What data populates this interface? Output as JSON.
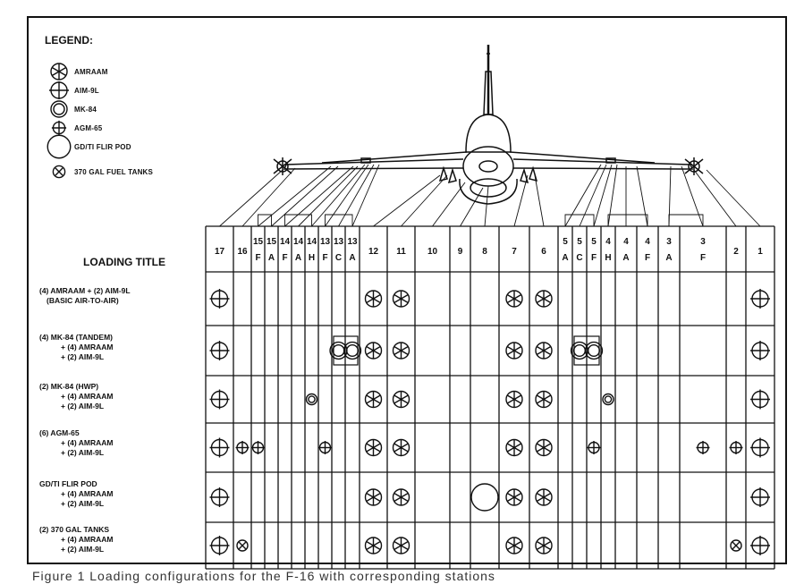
{
  "legend": {
    "title": "LEGEND:",
    "items": [
      {
        "key": "amraam",
        "label": "AMRAAM",
        "icon": "amraam-icon"
      },
      {
        "key": "aim9l",
        "label": "AIM-9L",
        "icon": "aim9l-icon"
      },
      {
        "key": "mk84",
        "label": "MK-84",
        "icon": "mk84-icon"
      },
      {
        "key": "agm65",
        "label": "AGM-65",
        "icon": "agm65-icon"
      },
      {
        "key": "flir",
        "label": "GD/TI FLIR POD",
        "icon": "flir-pod-icon"
      },
      {
        "key": "tank",
        "label": "370 GAL FUEL TANKS",
        "icon": "fuel-tank-icon"
      }
    ]
  },
  "loading_title": "LOADING TITLE",
  "stations": [
    {
      "top": "17",
      "bottom": ""
    },
    {
      "top": "16",
      "bottom": ""
    },
    {
      "top": "15",
      "bottom": "F"
    },
    {
      "top": "15",
      "bottom": "A"
    },
    {
      "top": "14",
      "bottom": "F"
    },
    {
      "top": "14",
      "bottom": "A"
    },
    {
      "top": "14",
      "bottom": "H"
    },
    {
      "top": "13",
      "bottom": "F"
    },
    {
      "top": "13",
      "bottom": "C"
    },
    {
      "top": "13",
      "bottom": "A"
    },
    {
      "top": "12",
      "bottom": ""
    },
    {
      "top": "11",
      "bottom": ""
    },
    {
      "top": "10",
      "bottom": ""
    },
    {
      "top": "9",
      "bottom": ""
    },
    {
      "top": "8",
      "bottom": ""
    },
    {
      "top": "7",
      "bottom": ""
    },
    {
      "top": "6",
      "bottom": ""
    },
    {
      "top": "5",
      "bottom": "A"
    },
    {
      "top": "5",
      "bottom": "C"
    },
    {
      "top": "5",
      "bottom": "F"
    },
    {
      "top": "4",
      "bottom": "H"
    },
    {
      "top": "4",
      "bottom": "A"
    },
    {
      "top": "4",
      "bottom": "F"
    },
    {
      "top": "3",
      "bottom": "A"
    },
    {
      "top": "3",
      "bottom": "F"
    },
    {
      "top": "2",
      "bottom": ""
    },
    {
      "top": "1",
      "bottom": ""
    }
  ],
  "loadings": [
    {
      "title_lines": [
        "(4) AMRAAM + (2) AIM-9L",
        "(BASIC AIR-TO-AIR)"
      ],
      "cells": [
        {
          "col": 0,
          "store": "aim9l"
        },
        {
          "col": 10,
          "store": "amraam"
        },
        {
          "col": 11,
          "store": "amraam"
        },
        {
          "col": 15,
          "store": "amraam"
        },
        {
          "col": 16,
          "store": "amraam"
        },
        {
          "col": 26,
          "store": "aim9l"
        }
      ]
    },
    {
      "title_lines": [
        "(4) MK-84 (TANDEM)",
        "+ (4) AMRAAM",
        "+ (2) AIM-9L"
      ],
      "cells": [
        {
          "col": 0,
          "store": "aim9l"
        },
        {
          "col": 8,
          "store": "mk84_tandem_pair"
        },
        {
          "col": 10,
          "store": "amraam"
        },
        {
          "col": 11,
          "store": "amraam"
        },
        {
          "col": 15,
          "store": "amraam"
        },
        {
          "col": 16,
          "store": "amraam"
        },
        {
          "col": 18,
          "store": "mk84_tandem_pair"
        },
        {
          "col": 26,
          "store": "aim9l"
        }
      ]
    },
    {
      "title_lines": [
        "(2) MK-84 (HWP)",
        "+ (4) AMRAAM",
        "+ (2) AIM-9L"
      ],
      "cells": [
        {
          "col": 0,
          "store": "aim9l"
        },
        {
          "col": 6,
          "store": "mk84_small"
        },
        {
          "col": 10,
          "store": "amraam"
        },
        {
          "col": 11,
          "store": "amraam"
        },
        {
          "col": 15,
          "store": "amraam"
        },
        {
          "col": 16,
          "store": "amraam"
        },
        {
          "col": 20,
          "store": "mk84_small"
        },
        {
          "col": 26,
          "store": "aim9l"
        }
      ]
    },
    {
      "title_lines": [
        "(6) AGM-65",
        "+ (4) AMRAAM",
        "+ (2) AIM-9L"
      ],
      "cells": [
        {
          "col": 0,
          "store": "aim9l"
        },
        {
          "col": 1,
          "store": "agm65"
        },
        {
          "col": 2,
          "store": "agm65"
        },
        {
          "col": 7,
          "store": "agm65"
        },
        {
          "col": 10,
          "store": "amraam"
        },
        {
          "col": 11,
          "store": "amraam"
        },
        {
          "col": 15,
          "store": "amraam"
        },
        {
          "col": 16,
          "store": "amraam"
        },
        {
          "col": 19,
          "store": "agm65"
        },
        {
          "col": 24,
          "store": "agm65"
        },
        {
          "col": 25,
          "store": "agm65"
        },
        {
          "col": 26,
          "store": "aim9l"
        }
      ]
    },
    {
      "title_lines": [
        "GD/TI FLIR POD",
        "+ (4) AMRAAM",
        "+ (2) AIM-9L"
      ],
      "cells": [
        {
          "col": 0,
          "store": "aim9l"
        },
        {
          "col": 10,
          "store": "amraam"
        },
        {
          "col": 11,
          "store": "amraam"
        },
        {
          "col": 14,
          "store": "flir"
        },
        {
          "col": 15,
          "store": "amraam"
        },
        {
          "col": 16,
          "store": "amraam"
        },
        {
          "col": 26,
          "store": "aim9l"
        }
      ]
    },
    {
      "title_lines": [
        "(2) 370 GAL TANKS",
        "+ (4) AMRAAM",
        "+ (2) AIM-9L"
      ],
      "cells": [
        {
          "col": 0,
          "store": "aim9l"
        },
        {
          "col": 1,
          "store": "tank"
        },
        {
          "col": 10,
          "store": "amraam"
        },
        {
          "col": 11,
          "store": "amraam"
        },
        {
          "col": 15,
          "store": "amraam"
        },
        {
          "col": 16,
          "store": "amraam"
        },
        {
          "col": 25,
          "store": "tank"
        },
        {
          "col": 26,
          "store": "aim9l"
        }
      ]
    }
  ],
  "footer_text": "Figure 1 Loading configurations for the F-16 with corresponding stations"
}
